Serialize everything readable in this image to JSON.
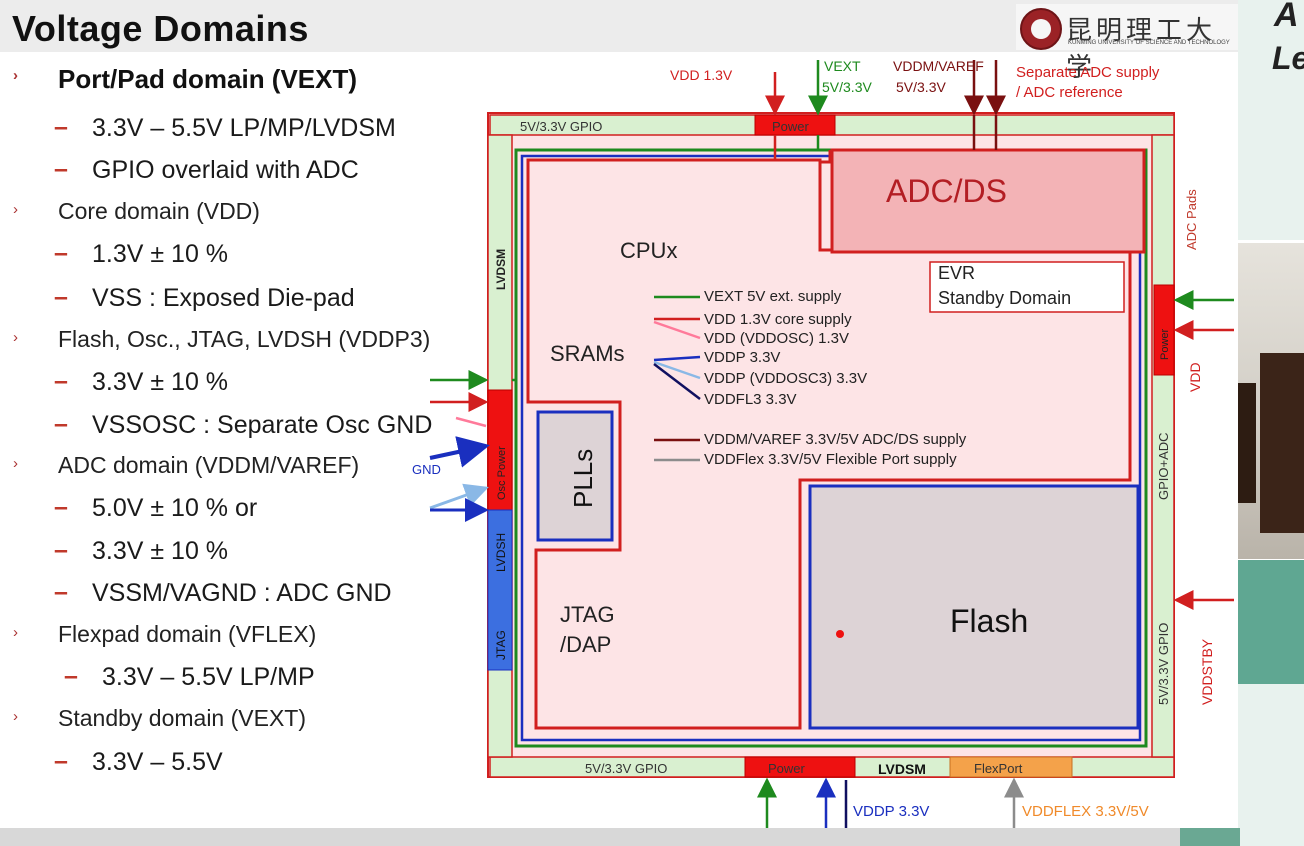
{
  "slide": {
    "title": "Voltage Domains",
    "logo_text": "昆明理工大学",
    "logo_subtext": "KUNMING UNIVERSITY OF SCIENCE AND TECHNOLOGY",
    "side_letter_1": "A",
    "side_letter_2": "Le"
  },
  "bullets": [
    {
      "level": 1,
      "text": "Port/Pad domain (VEXT)",
      "bold": true
    },
    {
      "level": 2,
      "text": "3.3V – 5.5V LP/MP/LVDSM"
    },
    {
      "level": 2,
      "text": "GPIO overlaid with ADC"
    },
    {
      "level": 1,
      "text": "Core domain (VDD)"
    },
    {
      "level": 2,
      "text": "1.3V ± 10 %"
    },
    {
      "level": 2,
      "text": "VSS : Exposed Die-pad"
    },
    {
      "level": 1,
      "text": "Flash, Osc., JTAG, LVDSH (VDDP3)"
    },
    {
      "level": 2,
      "text": "3.3V ± 10 %"
    },
    {
      "level": 2,
      "text": "VSSOSC : Separate Osc GND"
    },
    {
      "level": 1,
      "text": "ADC domain (VDDM/VAREF)"
    },
    {
      "level": 2,
      "text": "5.0V ± 10 % or"
    },
    {
      "level": 2,
      "text": "3.3V ± 10 %"
    },
    {
      "level": 2,
      "text": "VSSM/VAGND : ADC GND"
    },
    {
      "level": 1,
      "text": "Flexpad domain (VFLEX)"
    },
    {
      "level": 2,
      "text": "3.3V – 5.5V LP/MP"
    },
    {
      "level": 1,
      "text": "Standby domain (VEXT)"
    },
    {
      "level": 2,
      "text": "3.3V – 5.5V"
    }
  ],
  "diagram": {
    "top_gpio": "5V/3.3V GPIO",
    "top_power": "Power",
    "bottom_gpio": "5V/3.3V GPIO",
    "bottom_power": "Power",
    "bottom_lvdsm": "LVDSM",
    "bottom_flexport": "FlexPort",
    "left_lvdsm": "LVDSM",
    "left_osc_power": "Osc Power",
    "left_lvdsh": "LVDSH",
    "left_jtag": "JTAG",
    "right_adc_pads": "ADC Pads",
    "right_power": "Power",
    "right_gpio_adc": "GPIO+ADC",
    "right_gpio": "5V/3.3V GPIO",
    "adc_ds": "ADC/DS",
    "evr_line1": "EVR",
    "evr_line2": "Standby Domain",
    "cpux": "CPUx",
    "srams": "SRAMs",
    "plls": "PLLs",
    "jtag_dap_line1": "JTAG",
    "jtag_dap_line2": "/DAP",
    "flash": "Flash",
    "label_vdd": "VDD 1.3V",
    "label_vext_1": "VEXT",
    "label_vext_2": "5V/3.3V",
    "label_vddm_1": "VDDM/VAREF",
    "label_vddm_2": "5V/3.3V",
    "label_sep_adc_1": "Separate ADC supply",
    "label_sep_adc_2": "/ ADC reference",
    "label_gnd": "GND",
    "label_right_vdd": "VDD",
    "label_vddstby": "VDDSTBY",
    "label_vddp": "VDDP 3.3V",
    "label_vddflex": "VDDFLEX 3.3V/5V"
  },
  "legend": [
    {
      "text": "VEXT  5V ext. supply",
      "color": "#1e8a1e"
    },
    {
      "text": "VDD 1.3V core supply",
      "color": "#d11f1f"
    },
    {
      "text": "VDD (VDDOSC) 1.3V",
      "color": "#ff7a9a"
    },
    {
      "text": "VDDP 3.3V",
      "color": "#1a2fbf"
    },
    {
      "text": "VDDP (VDDOSC3) 3.3V",
      "color": "#8ab8e6"
    },
    {
      "text": "VDDFL3 3.3V",
      "color": "#101060"
    },
    {
      "text": "VDDM/VAREF 3.3V/5V ADC/DS supply",
      "color": "#7a1010"
    },
    {
      "text": "VDDFlex 3.3V/5V Flexible Port supply",
      "color": "#8c8c8c"
    }
  ],
  "colors": {
    "red": "#d11f1f",
    "green": "#1e8a1e",
    "blue": "#1a2fbf",
    "darkred": "#7a1010",
    "pink_fill": "#fde4e6",
    "gpio_fill": "#d9f0d0",
    "flash_fill": "#ddd3d6",
    "orange": "#f4a24a",
    "gray": "#8c8c8c"
  }
}
